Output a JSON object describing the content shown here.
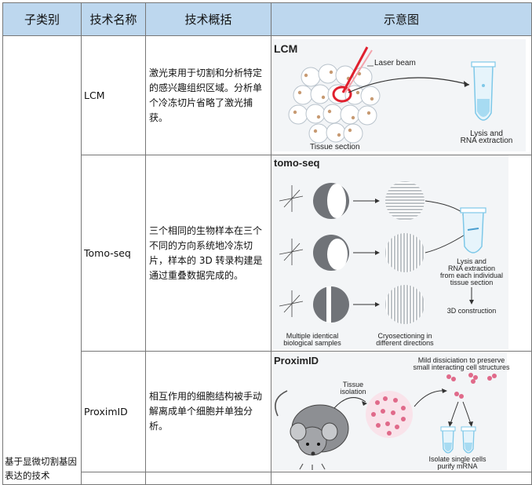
{
  "headers": [
    "子类别",
    "技术名称",
    "技术概括",
    "示意图"
  ],
  "category": "基于显微切割基因表达的技术",
  "rows": [
    {
      "name": "LCM",
      "description": "激光束用于切割和分析特定的感兴趣组织区域。分析单个冷冻切片省略了激光捕获。",
      "figure": {
        "title": "LCM",
        "laser_label": "Laser beam",
        "tissue_label": "Tissue section",
        "lysis_label_1": "Lysis and",
        "lysis_label_2": "RNA extraction"
      }
    },
    {
      "name": "Tomo-seq",
      "description": "三个相同的生物样本在三个不同的方向系统地冷冻切片，样本的 3D 转录构建是通过重叠数据完成的。",
      "figure": {
        "title": "tomo-seq",
        "lysis_1": "Lysis and",
        "lysis_2": "RNA extraction",
        "lysis_3": "from each individual",
        "lysis_4": "tissue section",
        "construction": "3D construction",
        "multiple_1": "Multiple identical",
        "multiple_2": "biological samples",
        "cryo_1": "Cryosectioning in",
        "cryo_2": "different directions"
      }
    },
    {
      "name": "ProximID",
      "description": "相互作用的细胞结构被手动解离成单个细胞并单独分析。",
      "figure": {
        "title": "ProximID",
        "tissue_1": "Tissue",
        "tissue_2": "isolation",
        "mild_1": "Mild dissiciation to preserve",
        "mild_2": "small interacting cell structures",
        "isolate_1": "Isolate single cells",
        "isolate_2": "purify mRNA"
      }
    }
  ],
  "colors": {
    "header_bg": "#bdd7ee",
    "border": "#777777",
    "laser_red": "#e0202e",
    "tube_blue": "#7ec8e8",
    "cell_pink": "#e06a8a"
  }
}
